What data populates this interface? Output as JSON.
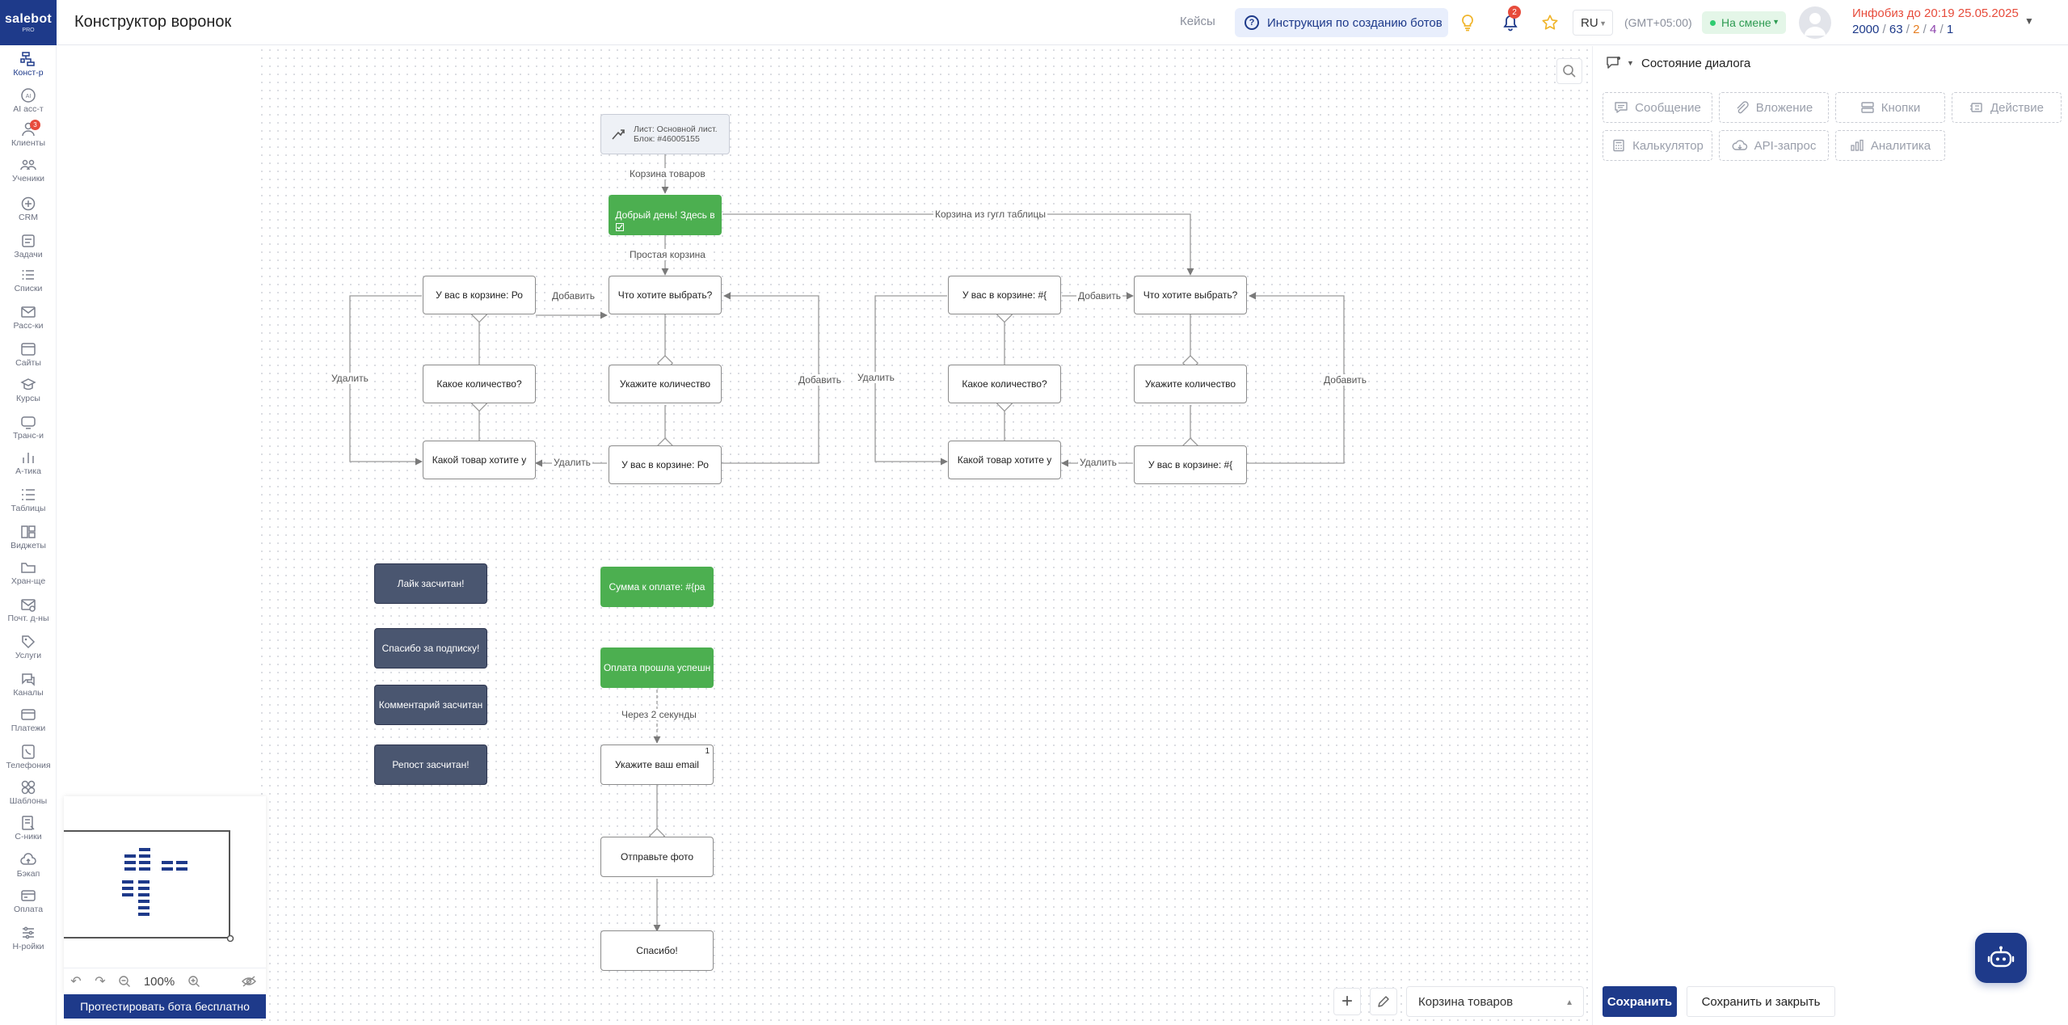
{
  "header": {
    "logo_text": "salebot",
    "logo_sub": "PRO",
    "page_title": "Конструктор воронок",
    "cases_link": "Кейсы",
    "guide_button": "Инструкция по созданию ботов",
    "notifications_count": "2",
    "language": "RU",
    "timezone": "(GMT+05:00)",
    "status": "На смене",
    "tariff": "Инфобиз до 20:19 25.05.2025",
    "counters": {
      "a": "2000",
      "b": "63",
      "c": "2",
      "d": "4",
      "e": "1"
    },
    "colors": {
      "brand": "#1e3a8a",
      "status_green": "#2e9b52",
      "tariff_red": "#e74c3c"
    }
  },
  "sidebar": {
    "items": [
      {
        "label": "Конст-р",
        "icon": "constructor-icon",
        "active": true
      },
      {
        "label": "AI асс-т",
        "icon": "ai-icon"
      },
      {
        "label": "Клиенты",
        "icon": "clients-icon",
        "badge": "3"
      },
      {
        "label": "Ученики",
        "icon": "students-icon"
      },
      {
        "label": "CRM",
        "icon": "crm-icon"
      },
      {
        "label": "Задачи",
        "icon": "tasks-icon"
      },
      {
        "label": "Списки",
        "icon": "lists-icon"
      },
      {
        "label": "Расс-ки",
        "icon": "mailing-icon"
      },
      {
        "label": "Сайты",
        "icon": "sites-icon"
      },
      {
        "label": "Курсы",
        "icon": "courses-icon"
      },
      {
        "label": "Транс-и",
        "icon": "broadcasts-icon"
      },
      {
        "label": "А-тика",
        "icon": "analytics-icon"
      },
      {
        "label": "Таблицы",
        "icon": "tables-icon"
      },
      {
        "label": "Виджеты",
        "icon": "widgets-icon"
      },
      {
        "label": "Хран-ще",
        "icon": "storage-icon"
      },
      {
        "label": "Почт. д-ны",
        "icon": "mail-domains-icon"
      },
      {
        "label": "Услуги",
        "icon": "services-icon"
      },
      {
        "label": "Каналы",
        "icon": "channels-icon"
      },
      {
        "label": "Платежи",
        "icon": "payments-icon"
      },
      {
        "label": "Телефония",
        "icon": "telephony-icon"
      },
      {
        "label": "Шаблоны",
        "icon": "templates-icon"
      },
      {
        "label": "С-ники",
        "icon": "handbooks-icon"
      },
      {
        "label": "Бэкап",
        "icon": "backup-icon"
      },
      {
        "label": "Оплата",
        "icon": "billing-icon"
      },
      {
        "label": "Н-ройки",
        "icon": "settings-icon"
      }
    ]
  },
  "canvas": {
    "nodes": {
      "start": "Лист: Основной лист. Блок: #46005155",
      "greeting": "Добрый день! Здесь в",
      "what_choose_1": "Что хотите выбрать?",
      "cart_1": "У вас в корзине:  Ро",
      "quantity_ask_1": "Какое количество?",
      "quantity_input_1": "Укажите количество",
      "which_product_1": "Какой товар хотите у",
      "cart_result_1": "У вас в корзине:  Ро",
      "cart_2": "У вас в корзине:  #{",
      "what_choose_2": "Что хотите выбрать?",
      "quantity_ask_2": "Какое количество?",
      "quantity_input_2": "Укажите количество",
      "which_product_2": "Какой товар хотите у",
      "cart_result_2": "У вас в корзине:  #{",
      "like": "Лайк засчитан!",
      "thanks_sub": "Спасибо за подписку!",
      "comment": "Комментарий засчитан",
      "repost": "Репост засчитан!",
      "sum_pay": "Сумма к оплате: #{ра",
      "pay_ok": "Оплата прошла успешн",
      "email": "Укажите ваш email",
      "email_num": "1",
      "photo": "Отправьте фото",
      "thanks": "Спасибо!"
    },
    "edges": {
      "cart_goods": "Корзина товаров",
      "simple_cart": "Простая корзина",
      "sheets_cart": "Корзина из гугл таблицы",
      "add_1": "Добавить",
      "delete_1": "Удалить",
      "add_right_1": "Добавить",
      "delete_bottom_1": "Удалить",
      "delete_2": "Удалить",
      "add_2": "Добавить",
      "add_right_2": "Добавить",
      "delete_bottom_2": "Удалить",
      "after_2_sec": "Через 2 секунды"
    },
    "colors": {
      "green_node": "#4caf50",
      "dark_node": "#4a5670"
    }
  },
  "minimap": {
    "zoom": "100%",
    "test_bot": "Протестировать бота бесплатно"
  },
  "bottom_toolbar": {
    "sheet_select": "Корзина товаров"
  },
  "right_panel": {
    "title": "Состояние диалога",
    "buttons": {
      "message": "Сообщение",
      "attachment": "Вложение",
      "buttons": "Кнопки",
      "action": "Действие",
      "calculator": "Калькулятор",
      "api": "API-запрос",
      "analytics": "Аналитика"
    },
    "save": "Сохранить",
    "save_close": "Сохранить и закрыть"
  }
}
